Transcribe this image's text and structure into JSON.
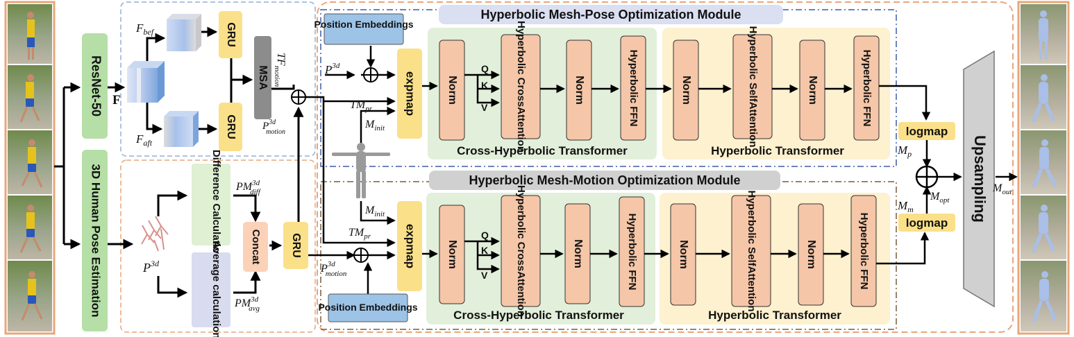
{
  "backbone": {
    "label": "ResNet-50"
  },
  "pose_estimation": {
    "label": "3D Human Pose Estimation"
  },
  "symbols": {
    "F": "F",
    "F_bef": "F",
    "F_bef_sub": "bef",
    "F_aft": "F",
    "F_aft_sub": "aft",
    "TF_motion": "TF",
    "TF_motion_sub": "motion",
    "P3d_motion": "P",
    "P3d_motion_sup": "3d",
    "P3d_motion_sub": "motion",
    "P3d": "P",
    "P3d_sup": "3d",
    "PM_diff": "PM",
    "PM_diff_sup": "3d",
    "PM_diff_sub": "diff",
    "PM_avg": "PM",
    "PM_avg_sup": "3d",
    "PM_avg_sub": "avg",
    "TM_pr": "TM",
    "TM_pr_sub": "pr",
    "M_init": "M",
    "M_init_sub": "init",
    "M_p": "M",
    "M_p_sub": "p",
    "M_m": "M",
    "M_m_sub": "m",
    "M_opt": "M",
    "M_opt_sub": "opt",
    "M_out": "M",
    "M_out_sub": "out"
  },
  "motion_branch": {
    "gru": "GRU",
    "msa": "MSA"
  },
  "pose_branch": {
    "difference": "Difference Calculation",
    "average": "Average calculation",
    "concat": "Concat",
    "gru": "GRU"
  },
  "position_embeddings": "Position Embeddings",
  "expmap": "expmap",
  "logmap": "logmap",
  "upsampling": "Upsampling",
  "qkv": [
    "Q",
    "K",
    "V"
  ],
  "module_pose": {
    "title": "Hyperbolic Mesh-Pose Optimization Module",
    "cross_transformer": {
      "caption": "Cross-Hyperbolic Transformer",
      "norm": "Norm",
      "cross_attention": "Hyperbolic CrossAttention",
      "ffn": "Hyperbolic FFN"
    },
    "transformer": {
      "caption": "Hyperbolic Transformer",
      "norm": "Norm",
      "self_attention": "Hyperbolic SelfAttention",
      "ffn": "Hyperbolic FFN"
    }
  },
  "module_motion": {
    "title": "Hyperbolic Mesh-Motion Optimization Module",
    "cross_transformer": {
      "caption": "Cross-Hyperbolic Transformer",
      "norm": "Norm",
      "cross_attention": "Hyperbolic CrossAttention",
      "ffn": "Hyperbolic FFN"
    },
    "transformer": {
      "caption": "Hyperbolic Transformer",
      "norm": "Norm",
      "self_attention": "Hyperbolic SelfAttention",
      "ffn": "Hyperbolic FFN"
    }
  },
  "colors": {
    "backbone_green": "#b5dfa6",
    "gru_yellow": "#fbe08a",
    "msa_gray": "#8c8c8c",
    "pose_green": "#dff0d3",
    "pose_lavender": "#d9dcef",
    "concat_peach": "#fbd2b8",
    "pos_emb_blue": "#9dc3e6",
    "norm_salmon": "#f5c6a8",
    "cross_bg": "#e2efda",
    "trans_bg": "#fdf1cf",
    "module_title_bg": "#dadff2",
    "motion_title_bg": "#d0d0d0",
    "frame_border": "#e9a579",
    "upsampling_gray": "#d0d0d0",
    "feature_blue": "#a7c3e8"
  }
}
